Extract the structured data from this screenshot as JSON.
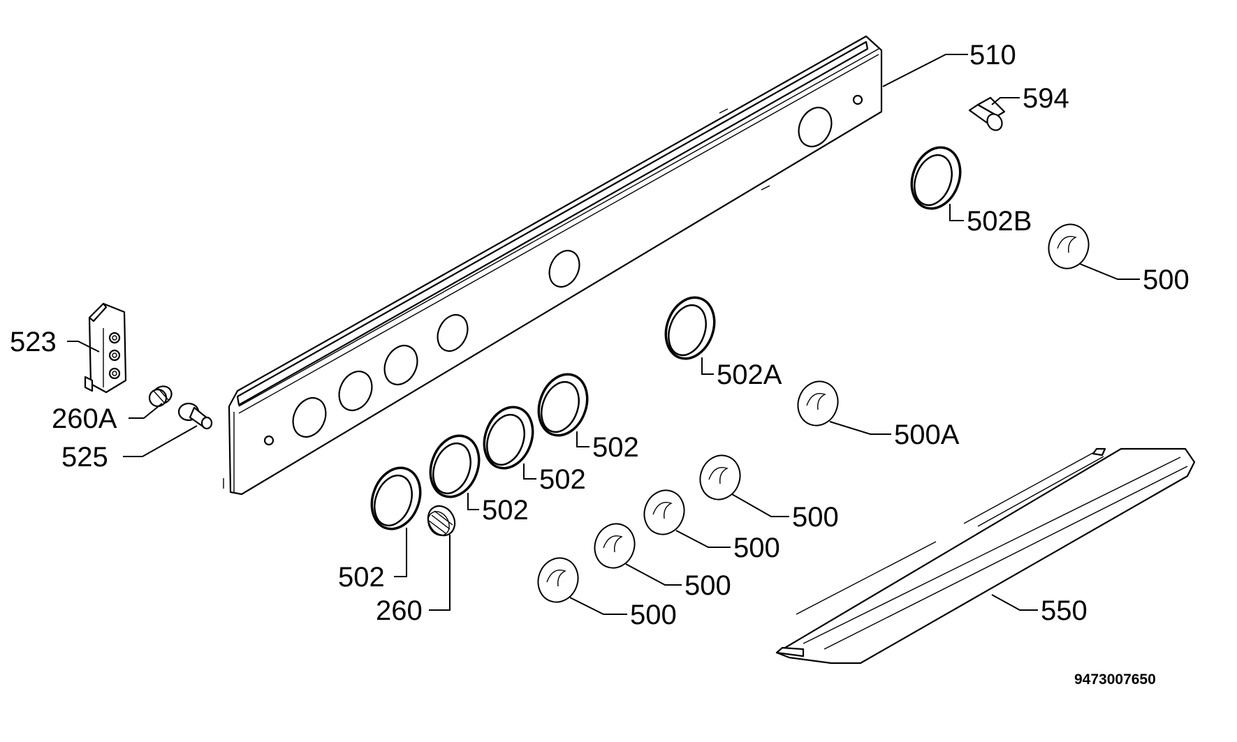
{
  "diagram": {
    "document_number": "9473007650",
    "callouts": {
      "c510": "510",
      "c594": "594",
      "c502B": "502B",
      "c500_top": "500",
      "c523": "523",
      "c260A": "260A",
      "c525": "525",
      "c502A": "502A",
      "c500A": "500A",
      "c502_r4": "502",
      "c502_r3": "502",
      "c502_r2": "502",
      "c502_r1": "502",
      "c260": "260",
      "c500_k4": "500",
      "c500_k3": "500",
      "c500_k2": "500",
      "c500_k1": "500",
      "c550": "550"
    }
  }
}
